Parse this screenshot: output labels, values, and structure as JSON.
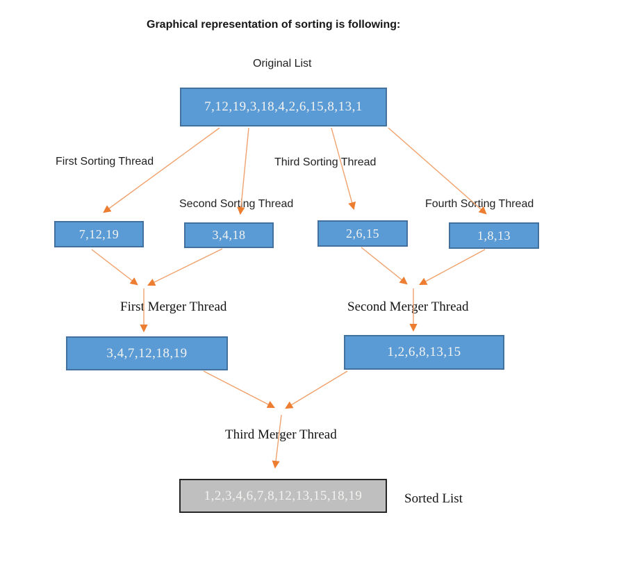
{
  "title": "Graphical representation of sorting is following:",
  "colors": {
    "box_fill": "#5B9BD5",
    "box_border": "#41719C",
    "box_text": "#F2F3F0",
    "sorted_fill": "#BFBFBF",
    "sorted_border": "#262626",
    "arrow_line": "#F0A16C",
    "arrow_head": "#ED7D31"
  },
  "diagram": {
    "original": {
      "label": "Original List",
      "value": "7,12,19,3,18,4,2,6,15,8,13,1"
    },
    "sorting_threads": [
      {
        "label": "First Sorting Thread",
        "value": "7,12,19"
      },
      {
        "label": "Second Sorting Thread",
        "value": "3,4,18"
      },
      {
        "label": "Third Sorting Thread",
        "value": "2,6,15"
      },
      {
        "label": "Fourth Sorting Thread",
        "value": "1,8,13"
      }
    ],
    "merger_threads": [
      {
        "label": "First Merger Thread",
        "value": "3,4,7,12,18,19"
      },
      {
        "label": "Second Merger Thread",
        "value": "1,2,6,8,13,15"
      },
      {
        "label": "Third Merger Thread"
      }
    ],
    "sorted": {
      "label": "Sorted List",
      "value": "1,2,3,4,6,7,8,12,13,15,18,19"
    }
  }
}
